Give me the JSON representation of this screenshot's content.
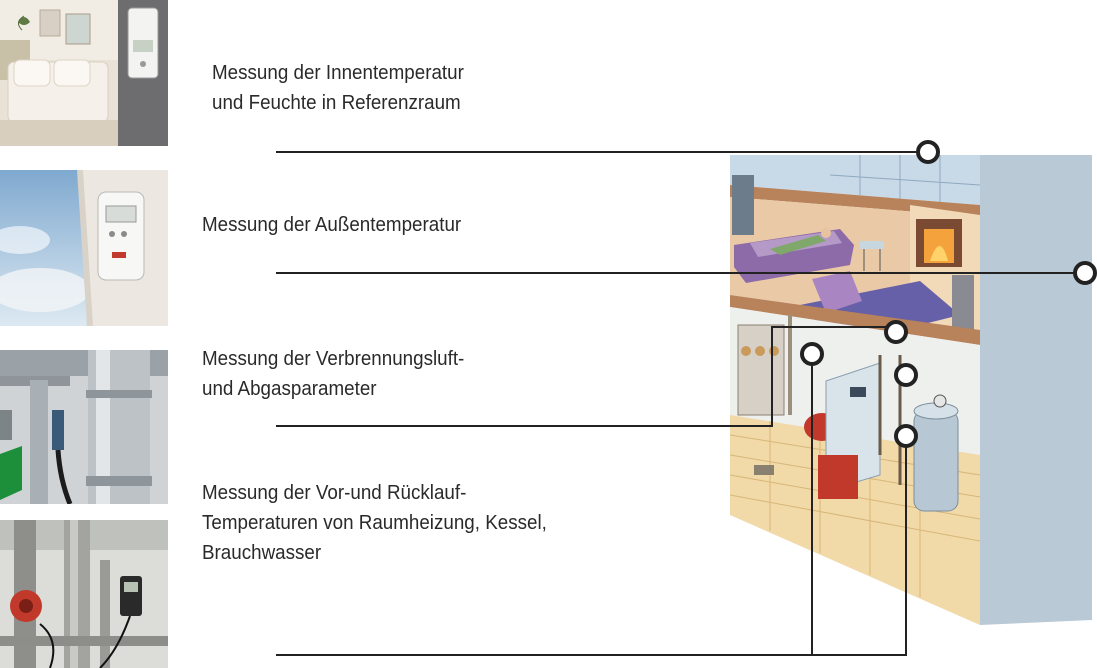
{
  "captions": [
    {
      "lines": [
        "Messung der Innentemperatur",
        "und Feuchte in Referenzraum"
      ]
    },
    {
      "lines": [
        "Messung der Außentemperatur"
      ]
    },
    {
      "lines": [
        "Messung der Verbrennungsluft-",
        "und Abgasparameter"
      ]
    },
    {
      "lines": [
        "Messung der Vor-und Rücklauf-",
        "Temperaturen von Raumheizung, Kessel,",
        "Brauchwasser"
      ]
    }
  ],
  "photos": [
    {
      "name": "room-sensor-photo",
      "subject": "living room with wall-mounted temperature and humidity sensor"
    },
    {
      "name": "outdoor-sensor-photo",
      "subject": "outdoor temperature sensor on a rough wall under blue sky"
    },
    {
      "name": "flue-gas-photo",
      "subject": "pipes with flue gas probe"
    },
    {
      "name": "heating-pipes-photo",
      "subject": "heating pipes with circulation pump and temperature logger"
    }
  ],
  "illustration": {
    "subject": "cutaway drawing of a house with living room and boiler room"
  },
  "colors": {
    "leader_line": "#222222",
    "text": "#2a2a2a"
  }
}
